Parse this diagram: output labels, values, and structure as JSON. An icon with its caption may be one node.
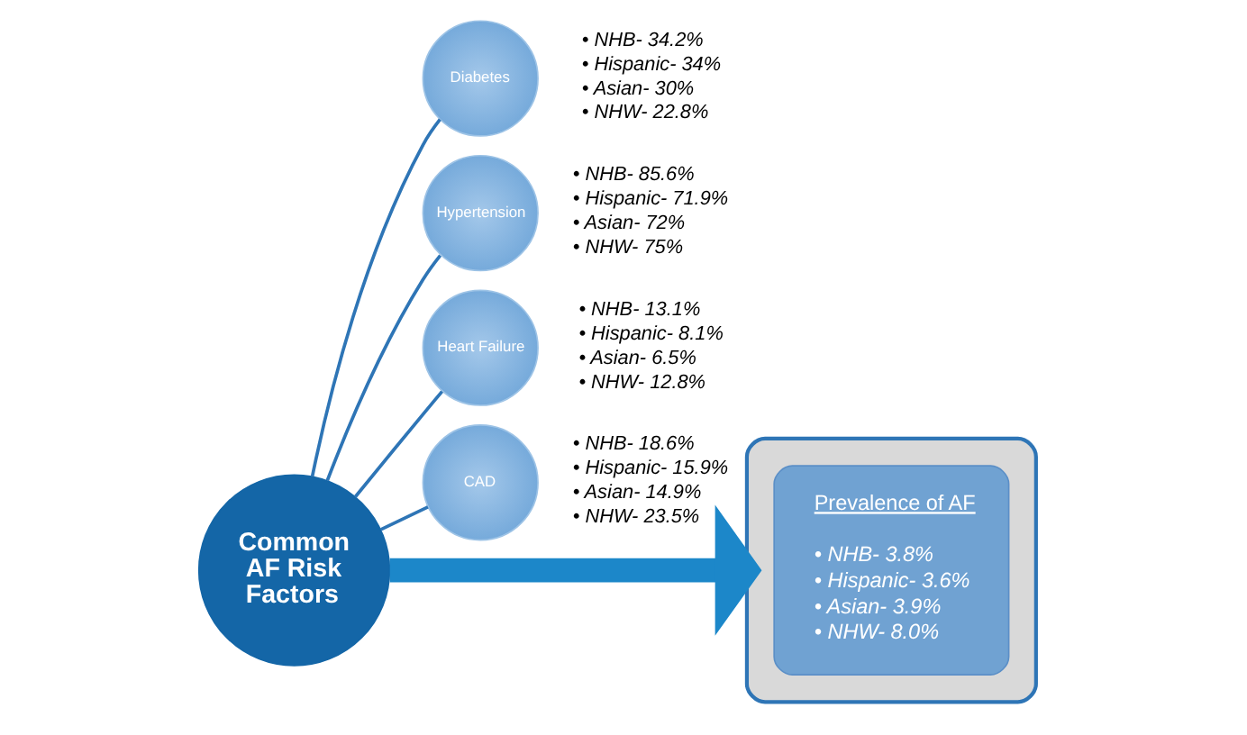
{
  "diagram": {
    "nodes": [
      {
        "text": [
          "Common AF Risk Factors"
        ]
      },
      {
        "text": [
          "Diabetes"
        ],
        "beside": [
          "• NHB- 34.2%",
          "• Hispanic- 34%",
          "• Asian- 30%",
          "• NHW- 22.8%"
        ]
      },
      {
        "text": [
          "Hypertension"
        ],
        "beside": [
          "• NHB- 85.6%",
          "• Hispanic- 71.9%",
          "• Asian- 72%",
          "• NHW- 75%"
        ]
      },
      {
        "text": [
          "Heart Failure"
        ],
        "beside": [
          "• NHB- 13.1%",
          "• Hispanic- 8.1%",
          "• Asian- 6.5%",
          "• NHW- 12.8%"
        ]
      },
      {
        "text": [
          "CAD"
        ],
        "beside": [
          "• NHB- 18.6%",
          "• Hispanic- 15.9%",
          "• Asian- 14.9%",
          "• NHW- 23.5%"
        ]
      },
      {
        "text": [],
        "shape": "box"
      },
      {
        "text": [
          "Prevalence of AF",
          "• NHB- 3.8%",
          "• Hispanic- 3.6%",
          "• Asian- 3.9%",
          "• NHW- 8.0%"
        ],
        "in": 5
      }
    ],
    "edges": [
      {
        "from": 0,
        "to": 1,
        "arrow": "none"
      },
      {
        "from": 0,
        "to": 2,
        "arrow": "none"
      },
      {
        "from": 0,
        "to": 5,
        "arrow": "to",
        "style": "thick",
        "color": "#1c87c9"
      },
      {
        "from": 0,
        "to": 3,
        "arrow": "none"
      },
      {
        "from": 0,
        "to": 4,
        "arrow": "none"
      }
    ]
  }
}
